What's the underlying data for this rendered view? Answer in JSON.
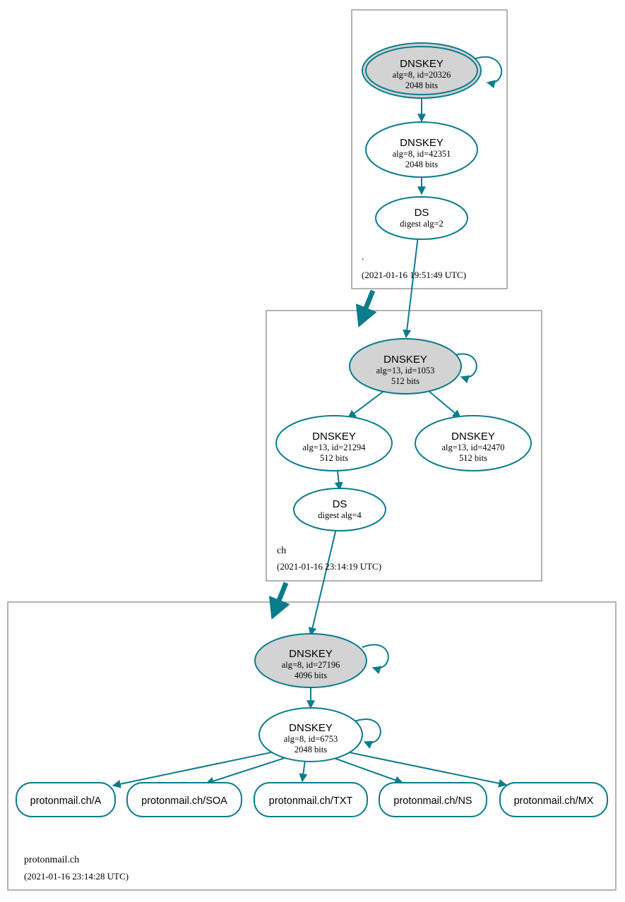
{
  "diagram": {
    "title": "DNSSEC authentication chain for protonmail.ch",
    "colors": {
      "accent": "#0a7c8c",
      "shaded_fill": "#d3d3d3",
      "box_border": "#808080",
      "background": "#ffffff"
    }
  },
  "zones": [
    {
      "id": "root",
      "name": ".",
      "timestamp": "(2021-01-16 19:51:49 UTC)",
      "nodes": [
        {
          "id": "root-ksk",
          "kind": "DNSKEY",
          "title": "DNSKEY",
          "line2": "alg=8, id=20326",
          "line3": "2048 bits",
          "shaded": true,
          "trust_anchor": true,
          "self_signed": true
        },
        {
          "id": "root-zsk",
          "kind": "DNSKEY",
          "title": "DNSKEY",
          "line2": "alg=8, id=42351",
          "line3": "2048 bits",
          "shaded": false,
          "trust_anchor": false,
          "self_signed": false
        },
        {
          "id": "root-ds-ch",
          "kind": "DS",
          "title": "DS",
          "line2": "digest alg=2",
          "line3": "",
          "shaded": false,
          "trust_anchor": false,
          "self_signed": false
        }
      ]
    },
    {
      "id": "ch",
      "name": "ch",
      "timestamp": "(2021-01-16 23:14:19 UTC)",
      "nodes": [
        {
          "id": "ch-ksk",
          "kind": "DNSKEY",
          "title": "DNSKEY",
          "line2": "alg=13, id=1053",
          "line3": "512 bits",
          "shaded": true,
          "trust_anchor": false,
          "self_signed": true
        },
        {
          "id": "ch-zsk-1",
          "kind": "DNSKEY",
          "title": "DNSKEY",
          "line2": "alg=13, id=21294",
          "line3": "512 bits",
          "shaded": false,
          "trust_anchor": false,
          "self_signed": false
        },
        {
          "id": "ch-zsk-2",
          "kind": "DNSKEY",
          "title": "DNSKEY",
          "line2": "alg=13, id=42470",
          "line3": "512 bits",
          "shaded": false,
          "trust_anchor": false,
          "self_signed": false
        },
        {
          "id": "ch-ds-protonmail",
          "kind": "DS",
          "title": "DS",
          "line2": "digest alg=4",
          "line3": "",
          "shaded": false,
          "trust_anchor": false,
          "self_signed": false
        }
      ]
    },
    {
      "id": "protonmail",
      "name": "protonmail.ch",
      "timestamp": "(2021-01-16 23:14:28 UTC)",
      "nodes": [
        {
          "id": "pm-ksk",
          "kind": "DNSKEY",
          "title": "DNSKEY",
          "line2": "alg=8, id=27196",
          "line3": "4096 bits",
          "shaded": true,
          "trust_anchor": false,
          "self_signed": true
        },
        {
          "id": "pm-zsk",
          "kind": "DNSKEY",
          "title": "DNSKEY",
          "line2": "alg=8, id=6753",
          "line3": "2048 bits",
          "shaded": false,
          "trust_anchor": false,
          "self_signed": true
        }
      ],
      "rrsets": [
        {
          "id": "rr-a",
          "label": "protonmail.ch/A"
        },
        {
          "id": "rr-soa",
          "label": "protonmail.ch/SOA"
        },
        {
          "id": "rr-txt",
          "label": "protonmail.ch/TXT"
        },
        {
          "id": "rr-ns",
          "label": "protonmail.ch/NS"
        },
        {
          "id": "rr-mx",
          "label": "protonmail.ch/MX"
        }
      ]
    }
  ],
  "edges": [
    {
      "from": "root-ksk",
      "to": "root-ksk",
      "type": "self-sign"
    },
    {
      "from": "root-ksk",
      "to": "root-zsk",
      "type": "sign"
    },
    {
      "from": "root-zsk",
      "to": "root-ds-ch",
      "type": "sign"
    },
    {
      "from": "root-ds-ch",
      "to": "ch-ksk",
      "type": "ds-link"
    },
    {
      "from": "root",
      "to": "ch",
      "type": "delegation"
    },
    {
      "from": "ch-ksk",
      "to": "ch-ksk",
      "type": "self-sign"
    },
    {
      "from": "ch-ksk",
      "to": "ch-zsk-1",
      "type": "sign"
    },
    {
      "from": "ch-ksk",
      "to": "ch-zsk-2",
      "type": "sign"
    },
    {
      "from": "ch-zsk-1",
      "to": "ch-ds-protonmail",
      "type": "sign"
    },
    {
      "from": "ch-ds-protonmail",
      "to": "pm-ksk",
      "type": "ds-link"
    },
    {
      "from": "ch",
      "to": "protonmail",
      "type": "delegation"
    },
    {
      "from": "pm-ksk",
      "to": "pm-ksk",
      "type": "self-sign"
    },
    {
      "from": "pm-ksk",
      "to": "pm-zsk",
      "type": "sign"
    },
    {
      "from": "pm-zsk",
      "to": "pm-zsk",
      "type": "self-sign"
    },
    {
      "from": "pm-zsk",
      "to": "rr-a",
      "type": "sign"
    },
    {
      "from": "pm-zsk",
      "to": "rr-soa",
      "type": "sign"
    },
    {
      "from": "pm-zsk",
      "to": "rr-txt",
      "type": "sign"
    },
    {
      "from": "pm-zsk",
      "to": "rr-ns",
      "type": "sign"
    },
    {
      "from": "pm-zsk",
      "to": "rr-mx",
      "type": "sign"
    }
  ]
}
